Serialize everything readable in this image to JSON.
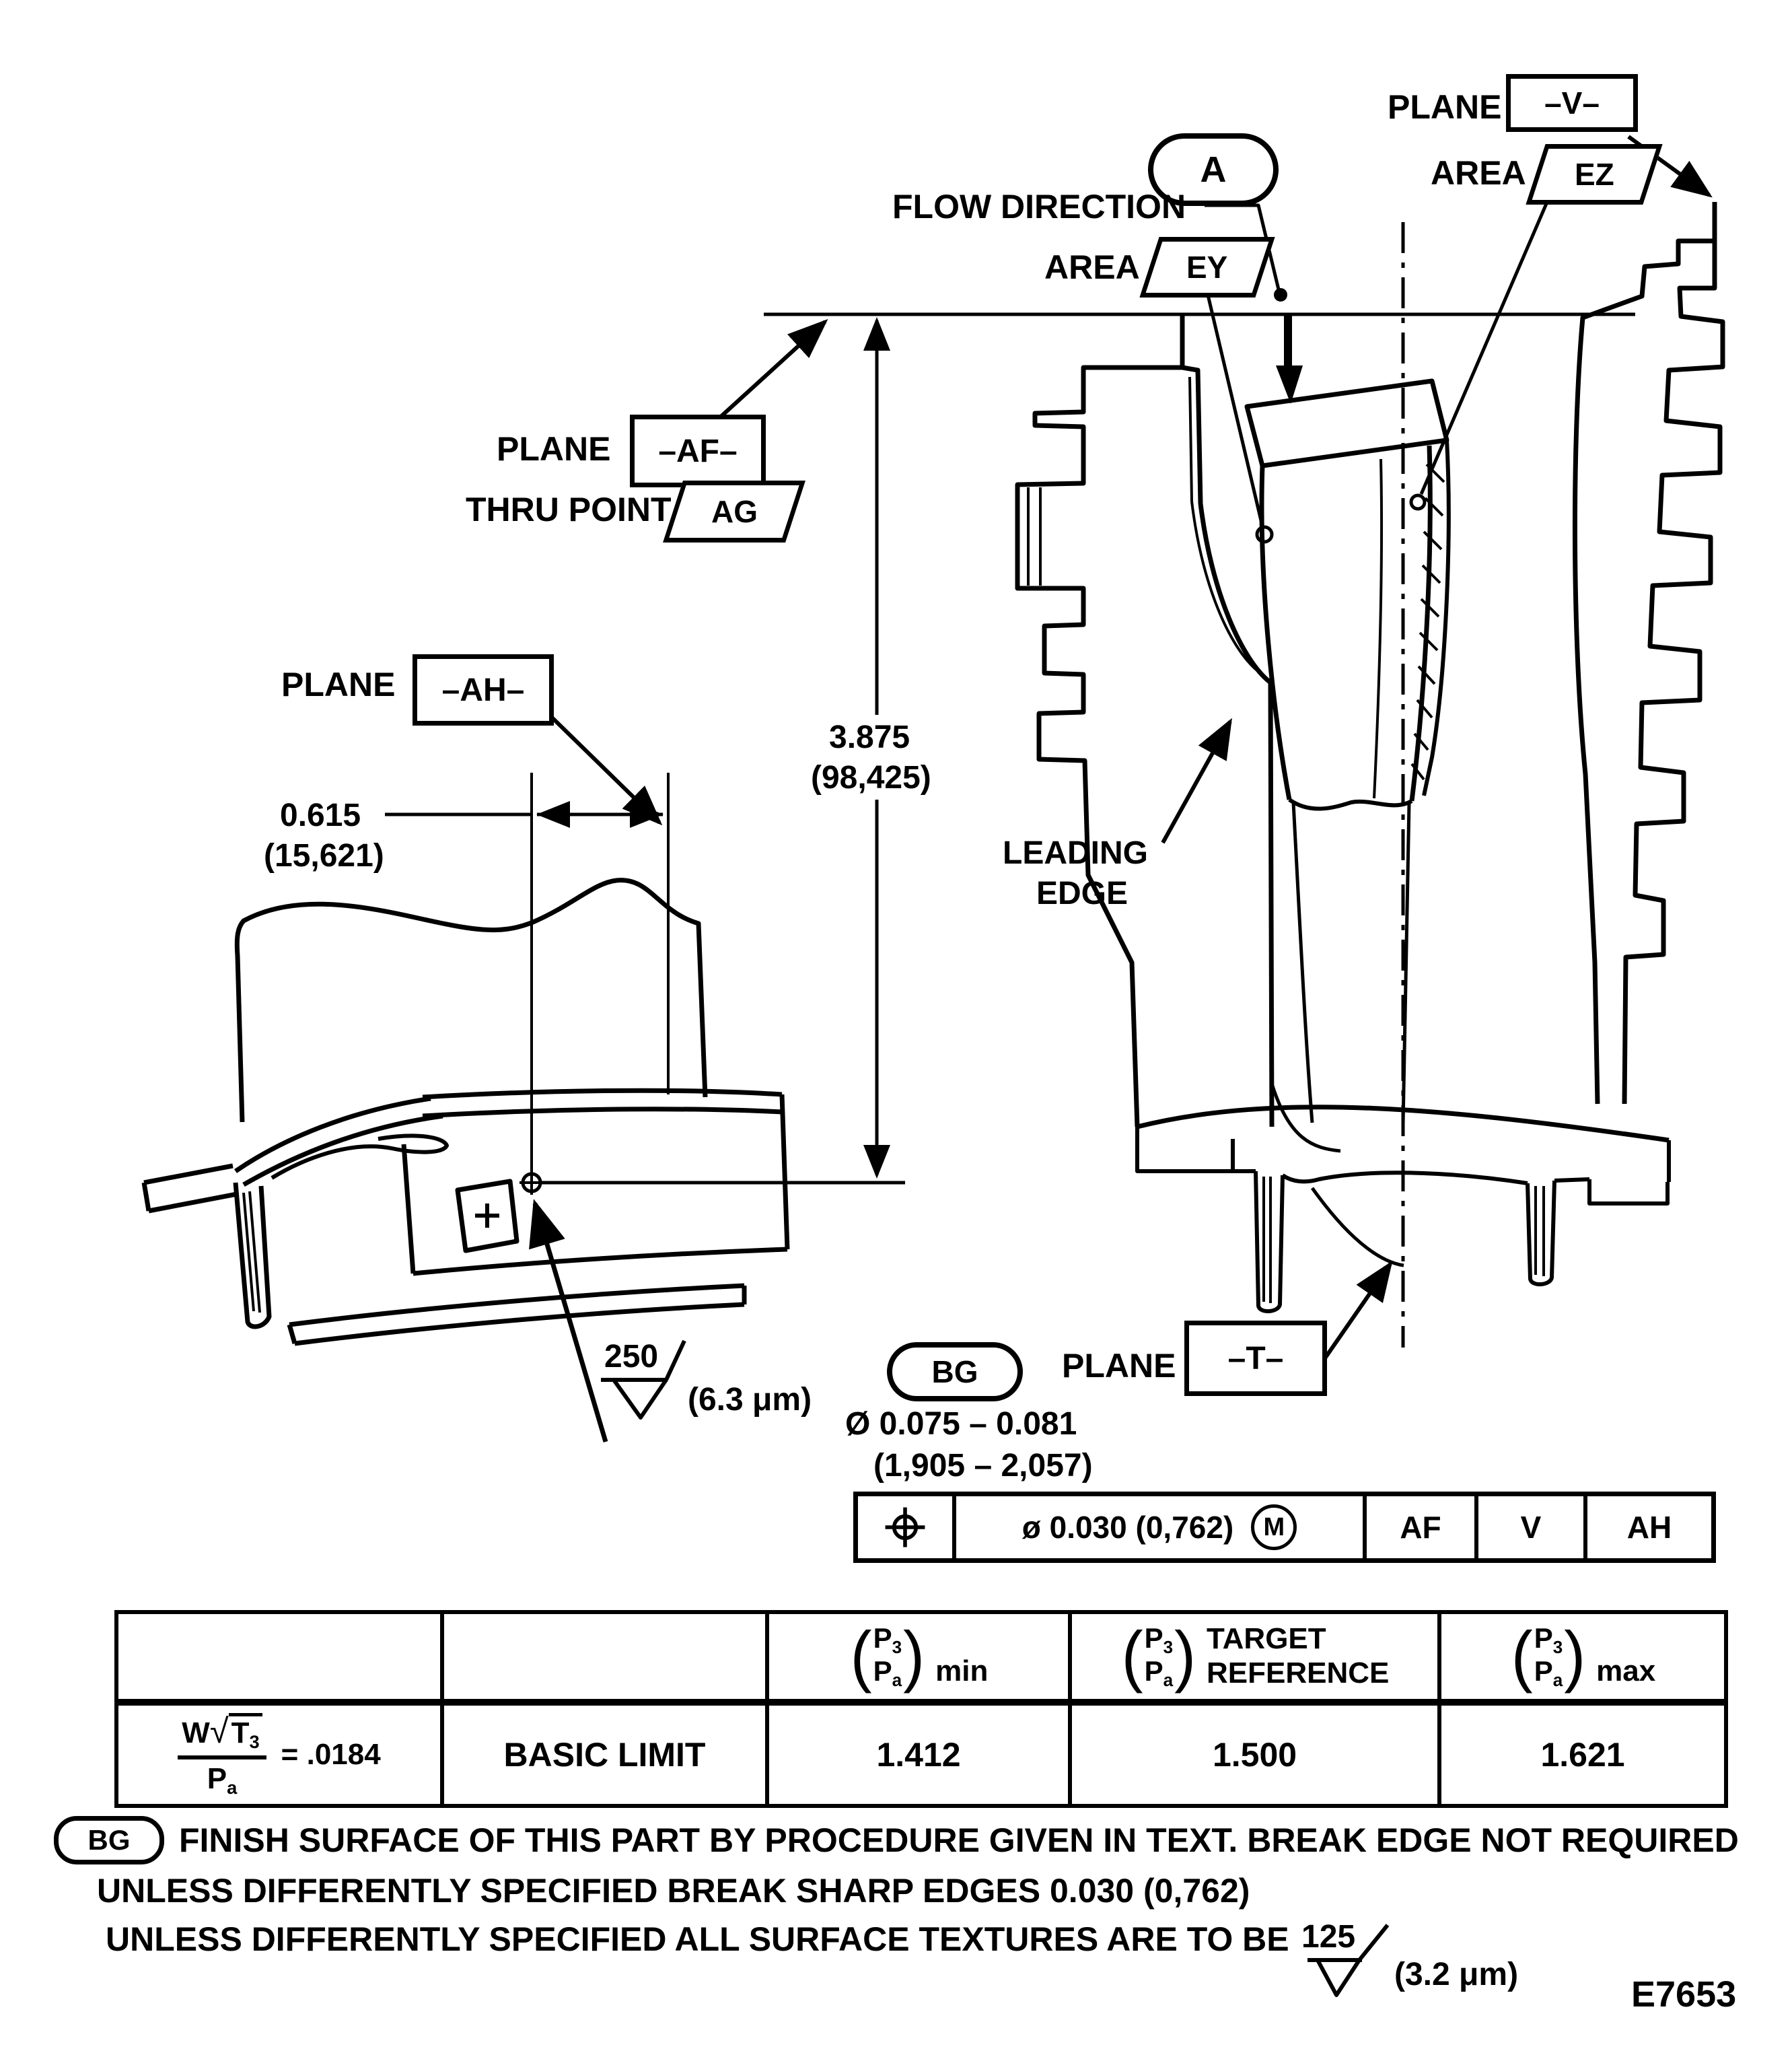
{
  "figure_id": "E7653",
  "colors": {
    "ink": "#000000",
    "paper": "#ffffff"
  },
  "callouts": {
    "plane_v": {
      "prefix": "PLANE",
      "datum": "–V–"
    },
    "plane_af": {
      "prefix": "PLANE",
      "datum": "–AF–"
    },
    "plane_ah": {
      "prefix": "PLANE",
      "datum": "–AH–"
    },
    "plane_t": {
      "prefix": "PLANE",
      "datum": "–T–"
    },
    "thru_point_ag": {
      "prefix": "THRU POINT",
      "flag": "AG"
    },
    "area_ey": {
      "prefix": "AREA",
      "flag": "EY"
    },
    "area_ez": {
      "prefix": "AREA",
      "flag": "EZ"
    },
    "section_a": "A",
    "bg_flag": "BG",
    "flow_direction": "FLOW DIRECTION",
    "leading_edge_line1": "LEADING",
    "leading_edge_line2": "EDGE"
  },
  "dimensions": {
    "offset_inch": "0.615",
    "offset_metric": "(15,621)",
    "height_inch": "3.875",
    "height_metric": "(98,425)",
    "hole_dia_inch": "Ø 0.075 – 0.081",
    "hole_dia_metric": "(1,905 – 2,057)"
  },
  "surface_finish": {
    "local_value": "250",
    "local_metric": "(6.3 μm)",
    "general_value": "125",
    "general_metric": "(3.2 μm)"
  },
  "fcf": {
    "symbol": "true-position",
    "tolerance": "ø 0.030  (0,762)",
    "modifier": "M",
    "datum1": "AF",
    "datum2": "V",
    "datum3": "AH"
  },
  "table": {
    "paren_open": "(",
    "paren_close": ")",
    "ratio": {
      "num_base": "P",
      "num_sub": "3",
      "den_base": "P",
      "den_sub": "a"
    },
    "headers": {
      "min_label": "min",
      "target_line1": "TARGET",
      "target_line2": "REFERENCE",
      "max_label": "max"
    },
    "row": {
      "formula": {
        "w": "W",
        "rad": "√",
        "t": "T",
        "t_sub": "3",
        "p": "P",
        "p_sub": "a",
        "equals": "=  .0184"
      },
      "basis": "BASIC LIMIT",
      "min": "1.412",
      "target": "1.500",
      "max": "1.621"
    }
  },
  "notes": {
    "note1_flag": "BG",
    "note1": "FINISH SURFACE OF THIS PART BY PROCEDURE GIVEN IN TEXT.  BREAK EDGE NOT REQUIRED",
    "note2": "UNLESS DIFFERENTLY SPECIFIED BREAK SHARP EDGES 0.030 (0,762)",
    "note3": "UNLESS DIFFERENTLY SPECIFIED ALL SURFACE TEXTURES ARE TO BE"
  }
}
